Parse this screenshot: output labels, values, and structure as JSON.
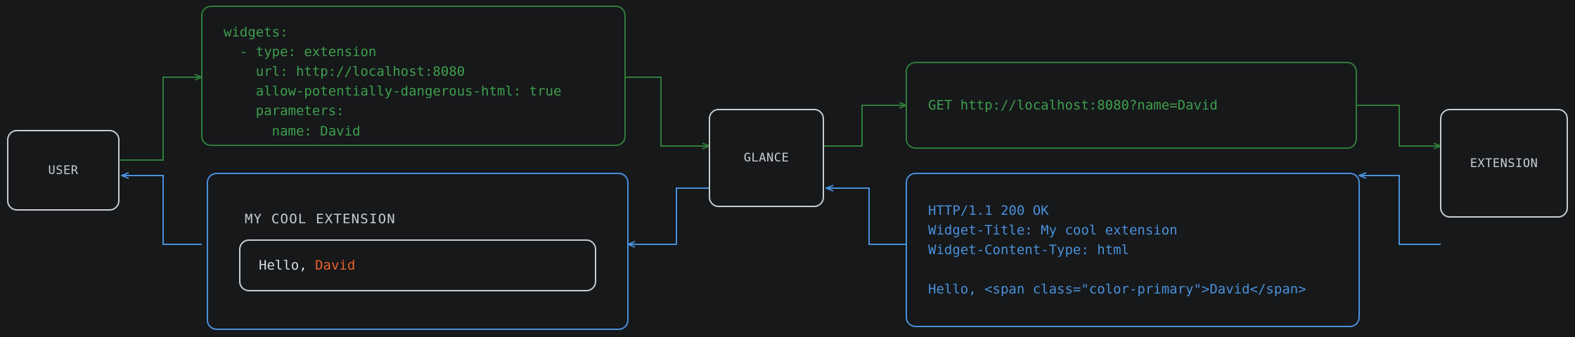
{
  "theme": {
    "background": "#16181a",
    "node_stroke": "#c9cccf",
    "request_color": "#3f9e4d",
    "request_border": "#2f7d3a",
    "response_color": "#4a90d9",
    "response_border": "#4a90d9",
    "accent_color": "#e8622a",
    "text_color": "#d8dbde"
  },
  "nodes": {
    "user": "USER",
    "glance": "GLANCE",
    "extension": "EXTENSION"
  },
  "config_box": {
    "text": "widgets:\n  - type: extension\n    url: http://localhost:8080\n    allow-potentially-dangerous-html: true\n    parameters:\n      name: David"
  },
  "request_box": {
    "text": "GET http://localhost:8080?name=David"
  },
  "response_box": {
    "text": "HTTP/1.1 200 OK\nWidget-Title: My cool extension\nWidget-Content-Type: html\n\nHello, <span class=\"color-primary\">David</span>"
  },
  "widget_preview": {
    "title": "MY COOL EXTENSION",
    "greeting": "Hello, ",
    "name": "David"
  }
}
